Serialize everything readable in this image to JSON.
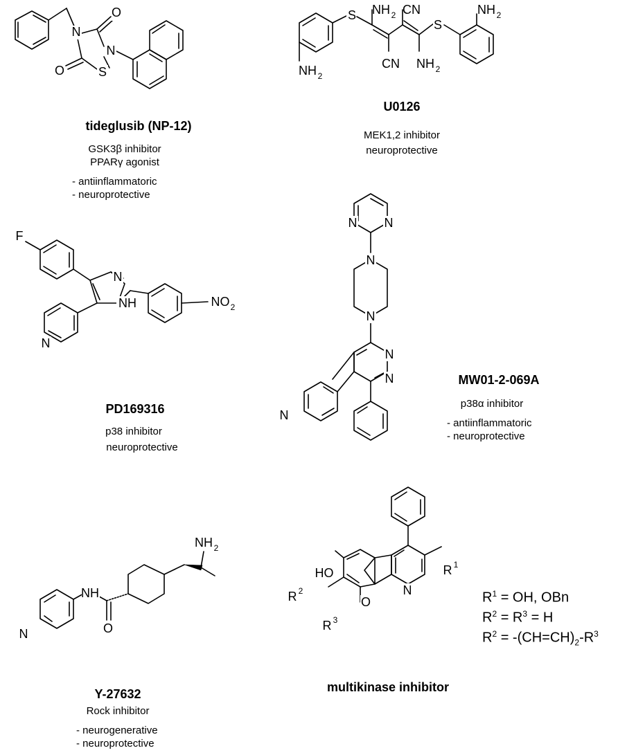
{
  "compounds": [
    {
      "name": "tideglusib (NP-12)",
      "lines": [
        "GSK3β inhibitor",
        "PPARγ agonist",
        "- antiinflammatoric",
        "- neuroprotective"
      ]
    },
    {
      "name": "U0126",
      "lines": [
        "MEK1,2 inhibitor",
        "neuroprotective"
      ]
    },
    {
      "name": "PD169316",
      "lines": [
        "p38 inhibitor",
        "neuroprotective"
      ]
    },
    {
      "name": "MW01-2-069A",
      "lines": [
        "p38α inhibitor",
        "- antiinflammatoric",
        "- neuroprotective"
      ]
    },
    {
      "name": "Y-27632",
      "lines": [
        "Rock inhibitor",
        "- neurogenerative",
        "- neuroprotective"
      ]
    },
    {
      "name": "multikinase inhibitor",
      "lines": []
    }
  ],
  "rgroups": {
    "line1_main": "R",
    "line1_sup": "1",
    "line1_rest": " = OH, OBn",
    "line2_a": "R",
    "line2_sup_a": "2",
    "line2_mid": " = R",
    "line2_sup_b": "3",
    "line2_rest": " = H",
    "line3_a": "R",
    "line3_sup_a": "2",
    "line3_mid": " = -(CH=CH)",
    "line3_sub": "2",
    "line3_dash": "-R",
    "line3_sup_b": "3"
  },
  "atoms": {
    "O": "O",
    "N": "N",
    "S": "S",
    "F": "F",
    "HO": "HO",
    "NH": "NH",
    "NH2": "NH",
    "two": "2",
    "CN": "CN",
    "NO2": "NO",
    "R": "R",
    "one": "1",
    "three": "3"
  }
}
